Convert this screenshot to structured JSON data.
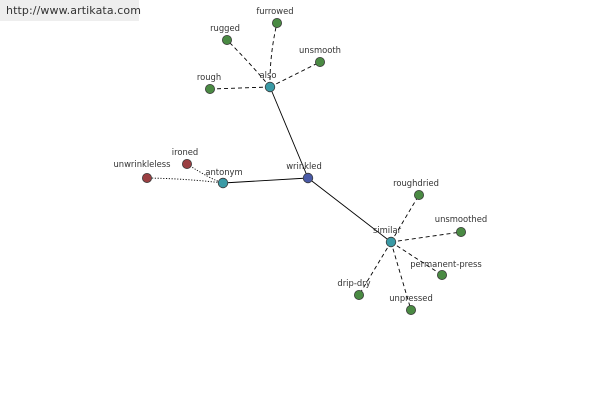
{
  "watermark": {
    "url": "http://www.artikata.com"
  },
  "colors": {
    "center": "#4a5aa6",
    "relation": "#3a9aa5",
    "word": "#4a8a43",
    "antonym_word": "#9a3f42"
  },
  "graph": {
    "center": {
      "id": "wrinkled",
      "label": "wrinkled"
    },
    "relations": [
      {
        "id": "also",
        "label": "also",
        "style": "dashed",
        "words": [
          "rugged",
          "furrowed",
          "unsmooth",
          "rough"
        ]
      },
      {
        "id": "antonym",
        "label": "antonym",
        "style": "dotted",
        "words": [
          "ironed",
          "unwrinkleless"
        ]
      },
      {
        "id": "similar",
        "label": "similar",
        "style": "dashed",
        "words": [
          "roughdried",
          "unsmoothed",
          "permanent-press",
          "unpressed",
          "drip-dry"
        ]
      }
    ]
  }
}
